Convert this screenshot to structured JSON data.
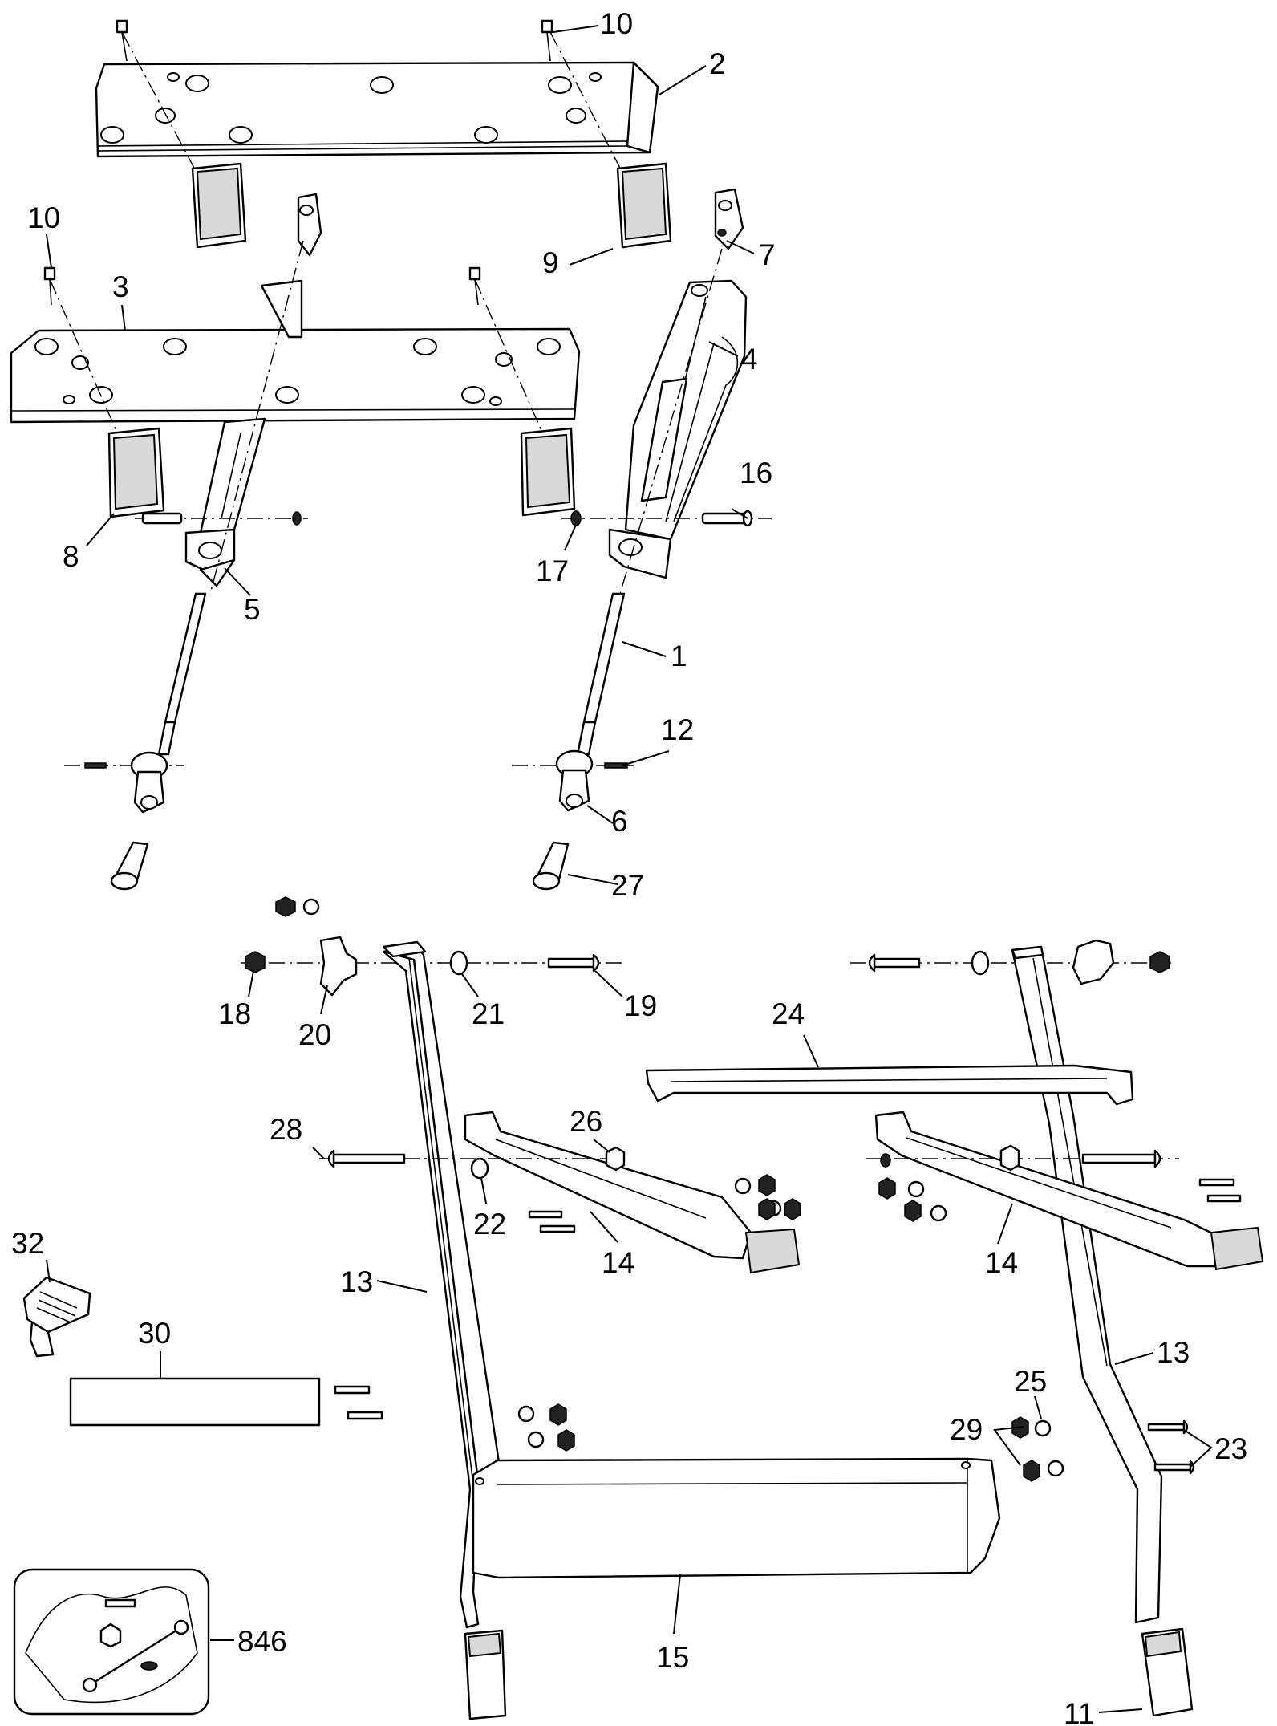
{
  "diagram": {
    "callouts": [
      {
        "id": "c1",
        "label": "1"
      },
      {
        "id": "c2",
        "label": "2"
      },
      {
        "id": "c3",
        "label": "3"
      },
      {
        "id": "c4",
        "label": "4"
      },
      {
        "id": "c5",
        "label": "5"
      },
      {
        "id": "c6",
        "label": "6"
      },
      {
        "id": "c7",
        "label": "7"
      },
      {
        "id": "c8",
        "label": "8"
      },
      {
        "id": "c9",
        "label": "9"
      },
      {
        "id": "c10a",
        "label": "10"
      },
      {
        "id": "c10b",
        "label": "10"
      },
      {
        "id": "c11",
        "label": "11"
      },
      {
        "id": "c12",
        "label": "12"
      },
      {
        "id": "c13a",
        "label": "13"
      },
      {
        "id": "c13b",
        "label": "13"
      },
      {
        "id": "c14a",
        "label": "14"
      },
      {
        "id": "c14b",
        "label": "14"
      },
      {
        "id": "c15",
        "label": "15"
      },
      {
        "id": "c16",
        "label": "16"
      },
      {
        "id": "c17",
        "label": "17"
      },
      {
        "id": "c18",
        "label": "18"
      },
      {
        "id": "c19",
        "label": "19"
      },
      {
        "id": "c20",
        "label": "20"
      },
      {
        "id": "c21",
        "label": "21"
      },
      {
        "id": "c22",
        "label": "22"
      },
      {
        "id": "c23",
        "label": "23"
      },
      {
        "id": "c24",
        "label": "24"
      },
      {
        "id": "c25",
        "label": "25"
      },
      {
        "id": "c26",
        "label": "26"
      },
      {
        "id": "c27",
        "label": "27"
      },
      {
        "id": "c28",
        "label": "28"
      },
      {
        "id": "c29",
        "label": "29"
      },
      {
        "id": "c30",
        "label": "30"
      },
      {
        "id": "c32",
        "label": "32"
      },
      {
        "id": "c846",
        "label": "846"
      }
    ]
  }
}
